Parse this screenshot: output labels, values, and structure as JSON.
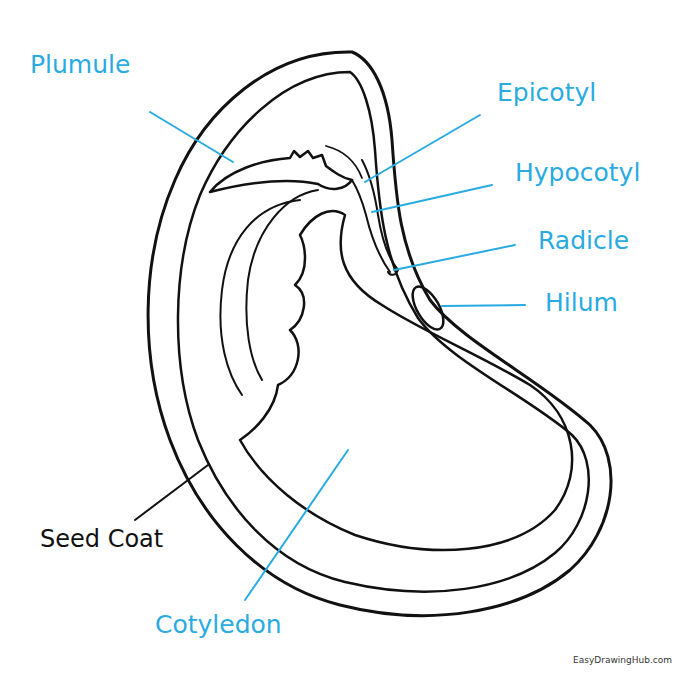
{
  "diagram": {
    "labels": [
      "Plumule",
      "Epicotyl",
      "Hypocotyl",
      "Radicle",
      "Hilum",
      "Seed Coat",
      "Cotyledon",
      "EasyDrawingHub.com"
    ]
  }
}
